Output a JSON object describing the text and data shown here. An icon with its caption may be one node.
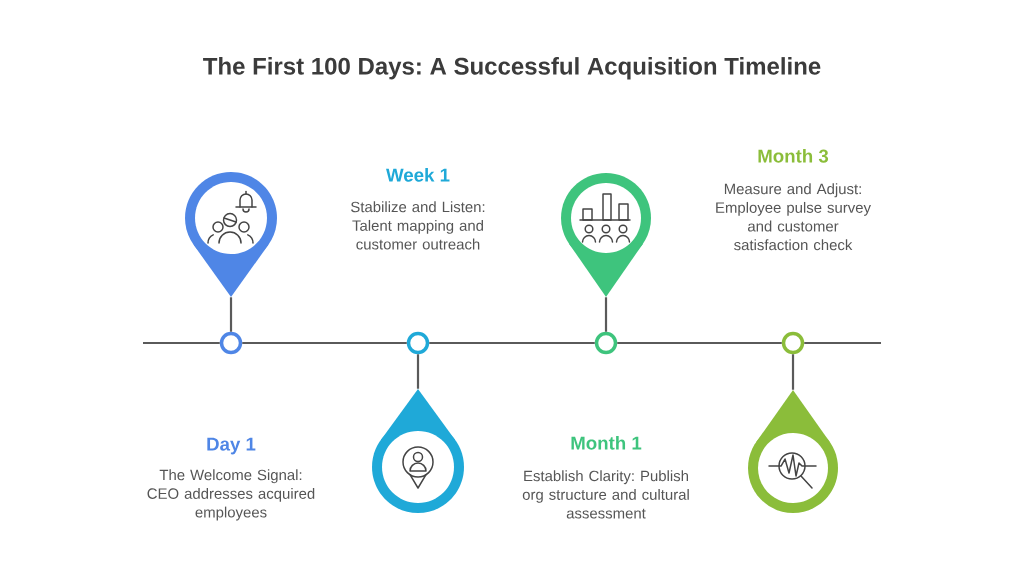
{
  "diagram": {
    "title": "The First 100 Days: A Successful Acquisition Timeline",
    "nodes": [
      {
        "text": [],
        "shape": "pin"
      },
      {
        "text": [],
        "shape": "circle",
        "beside": [
          "Day 1",
          "The Welcome Signal: CEO addresses acquired employees"
        ]
      },
      {
        "text": [],
        "shape": "pin"
      },
      {
        "text": [],
        "shape": "circle",
        "beside": [
          "Week 1",
          "Stabilize and Listen: Talent mapping and customer outreach"
        ]
      },
      {
        "text": [],
        "shape": "pin"
      },
      {
        "text": [],
        "shape": "circle",
        "beside": [
          "Month 1",
          "Establish Clarity: Publish org structure and cultural assessment"
        ]
      },
      {
        "text": [],
        "shape": "pin"
      },
      {
        "text": [],
        "shape": "circle",
        "beside": [
          "Month 3",
          "Measure and Adjust: Employee pulse survey and customer satisfaction check"
        ]
      }
    ],
    "edges": [
      {
        "from": null,
        "to": 1,
        "arrow": "none"
      },
      {
        "from": 1,
        "to": 3,
        "arrow": "none"
      },
      {
        "from": 3,
        "to": 5,
        "arrow": "none"
      },
      {
        "from": 5,
        "to": 7,
        "arrow": "none"
      },
      {
        "from": 7,
        "to": null,
        "arrow": "none"
      },
      {
        "from": 0,
        "to": 1,
        "arrow": "none"
      },
      {
        "from": 3,
        "to": 2,
        "arrow": "none"
      },
      {
        "from": 4,
        "to": 5,
        "arrow": "none"
      },
      {
        "from": 7,
        "to": 6,
        "arrow": "none"
      }
    ]
  }
}
